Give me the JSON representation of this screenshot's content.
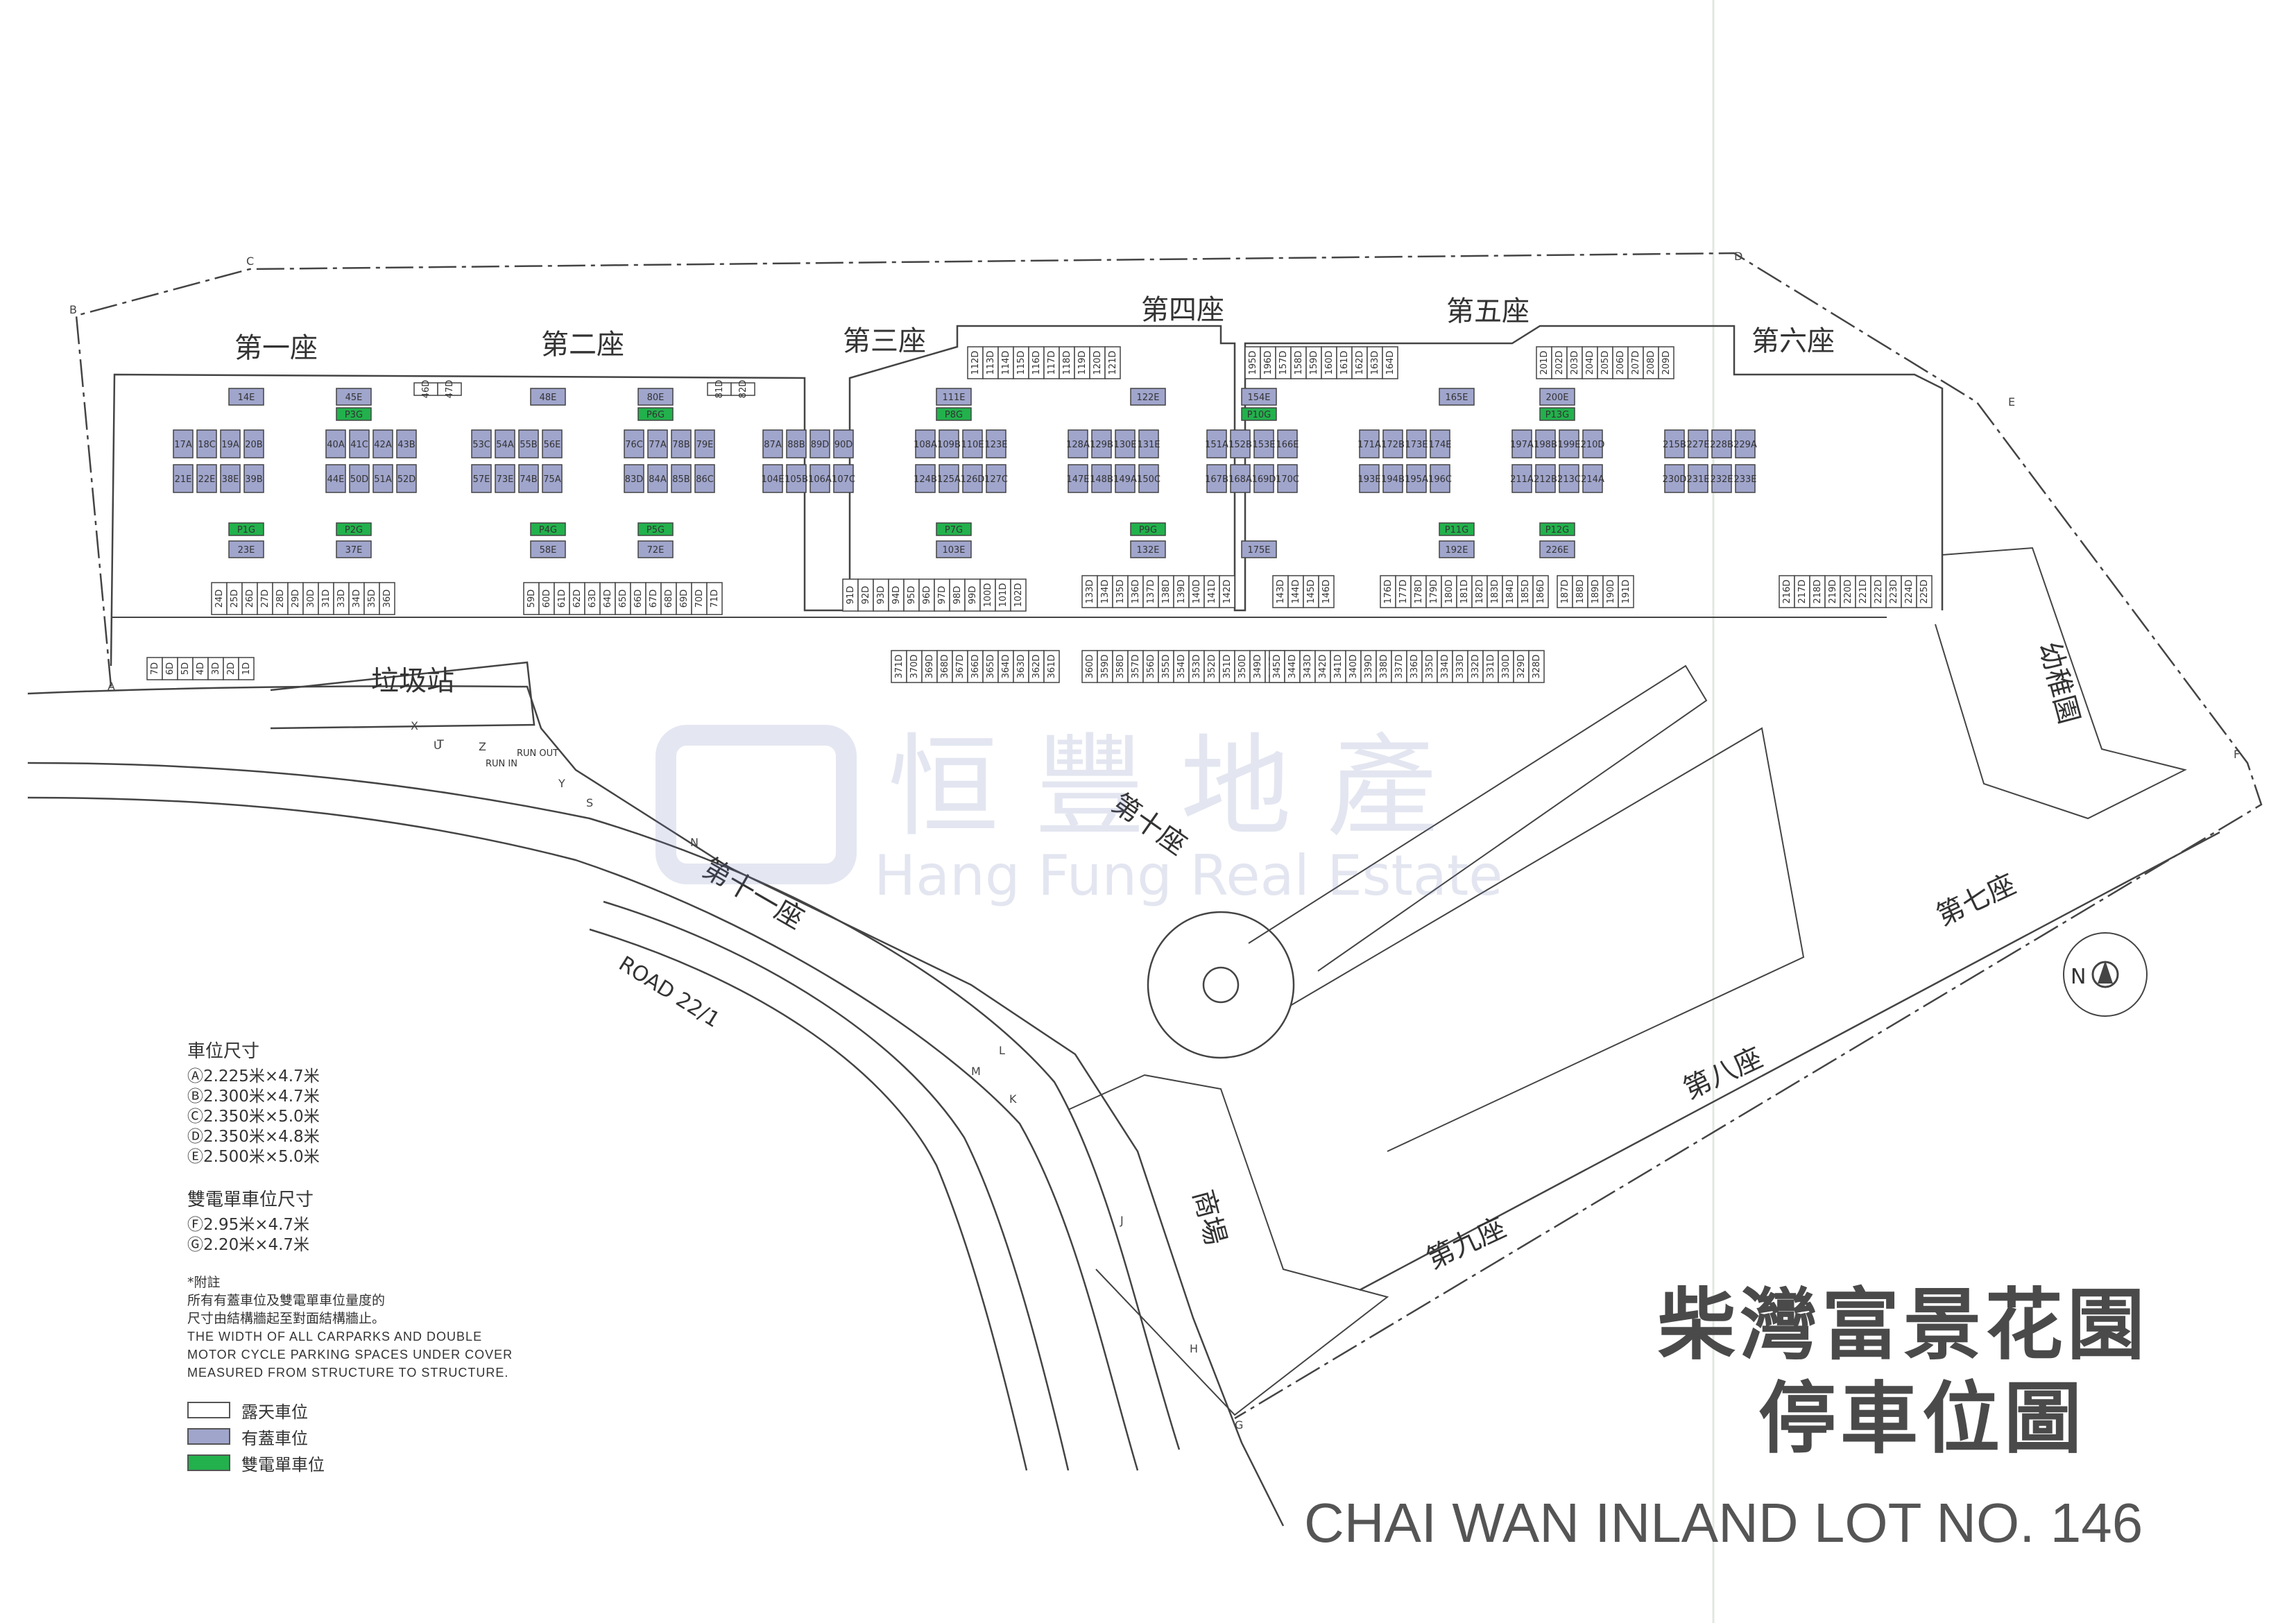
{
  "blocks": [
    "第一座",
    "第二座",
    "第三座",
    "第四座",
    "第五座",
    "第六座",
    "第七座",
    "第八座",
    "第九座",
    "第十座",
    "第十一座"
  ],
  "facilities": {
    "refuse": "垃圾站",
    "kindergarten": "幼稚園",
    "mall": "商場"
  },
  "roads": {
    "road": "ROAD 22/1",
    "run_in": "RUN IN",
    "run_out": "RUN OUT"
  },
  "site_points": [
    "A",
    "B",
    "C",
    "D",
    "E",
    "F",
    "G",
    "H",
    "J",
    "K",
    "L",
    "M",
    "N",
    "S",
    "T",
    "U",
    "X",
    "Y",
    "Z"
  ],
  "north": "N",
  "watermark": {
    "cn": "恒 豐 地 產",
    "en": "Hang Fung Real Estate"
  },
  "title": {
    "line1": "柴灣富景花園",
    "line2": "停車位圖",
    "en": "CHAI WAN INLAND LOT NO. 146"
  },
  "legend": {
    "size_heading": "車位尺寸",
    "sizes": [
      "Ⓐ2.225米×4.7米",
      "Ⓑ2.300米×4.7米",
      "Ⓒ2.350米×5.0米",
      "Ⓓ2.350米×4.8米",
      "Ⓔ2.500米×5.0米"
    ],
    "moto_heading": "雙電單車位尺寸",
    "moto_sizes": [
      "Ⓕ2.95米×4.7米",
      "Ⓖ2.20米×4.7米"
    ],
    "note_label": "*附註",
    "note_cn": [
      "所有有蓋車位及雙電單車位量度的",
      "尺寸由結構牆起至對面結構牆止。"
    ],
    "note_en": [
      "THE WIDTH OF ALL CARPARKS AND DOUBLE",
      "MOTOR CYCLE PARKING SPACES UNDER COVER",
      "MEASURED FROM STRUCTURE TO STRUCTURE."
    ],
    "keys": [
      {
        "label": "露天車位",
        "color": "#ffffff"
      },
      {
        "label": "有蓋車位",
        "color": "#a0a5cc"
      },
      {
        "label": "雙電單車位",
        "color": "#22b14c"
      }
    ]
  },
  "spaces": {
    "covered_top": [
      "14E",
      "45E",
      "48E",
      "80E",
      "111E",
      "122E",
      "154E",
      "165E",
      "200E"
    ],
    "moto_top": [
      "P3G",
      "P6G",
      "P8G",
      "P10G",
      "P13G"
    ],
    "moto_bottom": [
      "P1G",
      "P2G",
      "P4G",
      "P5G",
      "P7G",
      "P9G",
      "P11G",
      "P12G"
    ],
    "covered_bottom": [
      "23E",
      "37E",
      "58E",
      "72E",
      "103E",
      "132E",
      "175E",
      "192E",
      "226E"
    ],
    "open_top_1": [
      "46D",
      "47D"
    ],
    "open_top_2": [
      "81D",
      "82D"
    ],
    "open_row_4": [
      "112D",
      "113D",
      "114D",
      "115D",
      "116D",
      "117D",
      "118D",
      "119D",
      "120D",
      "121D"
    ],
    "open_row_5a": [
      "195D",
      "196D",
      "157D",
      "158D",
      "159D",
      "160D",
      "161D",
      "162D",
      "163D",
      "164D"
    ],
    "open_row_5b": [
      "201D",
      "202D",
      "203D",
      "204D",
      "205D",
      "206D",
      "207D",
      "208D",
      "209D"
    ],
    "open_bottom_1": [
      "24D",
      "25D",
      "26D",
      "27D",
      "28D",
      "29D",
      "30D",
      "31D",
      "33D",
      "34D",
      "35D",
      "36D"
    ],
    "open_bottom_2": [
      "59D",
      "60D",
      "61D",
      "62D",
      "63D",
      "64D",
      "65D",
      "66D",
      "67D",
      "68D",
      "69D",
      "70D",
      "71D"
    ],
    "open_bottom_3": [
      "91D",
      "92D",
      "93D",
      "94D",
      "95D",
      "96D",
      "97D",
      "98D",
      "99D",
      "100D",
      "101D",
      "102D"
    ],
    "open_bottom_4": [
      "133D",
      "134D",
      "135D",
      "136D",
      "137D",
      "138D",
      "139D",
      "140D",
      "141D",
      "142D"
    ],
    "open_bottom_5": [
      "143D",
      "144D",
      "145D",
      "146D"
    ],
    "open_bottom_6": [
      "176D",
      "177D",
      "178D",
      "179D",
      "180D",
      "181D",
      "182D",
      "183D",
      "184D",
      "185D",
      "186D"
    ],
    "open_bottom_7": [
      "187D",
      "188D",
      "189D",
      "190D",
      "191D"
    ],
    "open_bottom_8": [
      "216D",
      "217D",
      "218D",
      "219D",
      "220D",
      "221D",
      "222D",
      "223D",
      "224D",
      "225D"
    ],
    "open_south_row": [
      "7D",
      "6D",
      "5D",
      "4D",
      "3D",
      "2D",
      "1D"
    ],
    "open_mid_row": [
      "371D",
      "370D",
      "369D",
      "368D",
      "367D",
      "366D",
      "365D",
      "364D",
      "363D",
      "362D",
      "361D",
      "360D",
      "359D",
      "358D",
      "357D",
      "356D",
      "355D",
      "354D",
      "353D",
      "352D",
      "351D",
      "350D",
      "349D",
      "348D",
      "347D",
      "346D",
      "345D",
      "344D",
      "343D",
      "342D",
      "341D",
      "340D",
      "339D",
      "338D",
      "337D",
      "336D",
      "335D",
      "334D",
      "333D",
      "332D",
      "331D",
      "330D",
      "329D",
      "328D"
    ],
    "covered_clusters": [
      "17A",
      "18C",
      "19A",
      "20B",
      "21E",
      "22E",
      "38E",
      "39B",
      "40A",
      "41C",
      "42A",
      "43B",
      "44E",
      "50D",
      "51A",
      "52D",
      "53C",
      "54A",
      "55B",
      "56E",
      "57E",
      "73E",
      "74B",
      "75A",
      "76C",
      "77A",
      "78B",
      "79E",
      "83D",
      "84A",
      "85B",
      "86C",
      "87A",
      "88B",
      "89D",
      "90D",
      "104E",
      "105B",
      "106A",
      "107C",
      "108A",
      "109B",
      "110E",
      "123E",
      "124B",
      "125A",
      "126D",
      "127C",
      "128A",
      "129B",
      "130E",
      "131E",
      "147E",
      "148B",
      "149A",
      "150C",
      "151A",
      "152B",
      "153E",
      "166E",
      "167B",
      "168A",
      "169D",
      "170C",
      "171A",
      "172B",
      "173E",
      "174E",
      "193E",
      "194B",
      "195A",
      "196C",
      "197A",
      "198B",
      "199E",
      "210D",
      "211A",
      "212B",
      "213C",
      "214A",
      "215B",
      "227E",
      "228B",
      "229A",
      "230D",
      "231E",
      "232E",
      "233E"
    ]
  }
}
